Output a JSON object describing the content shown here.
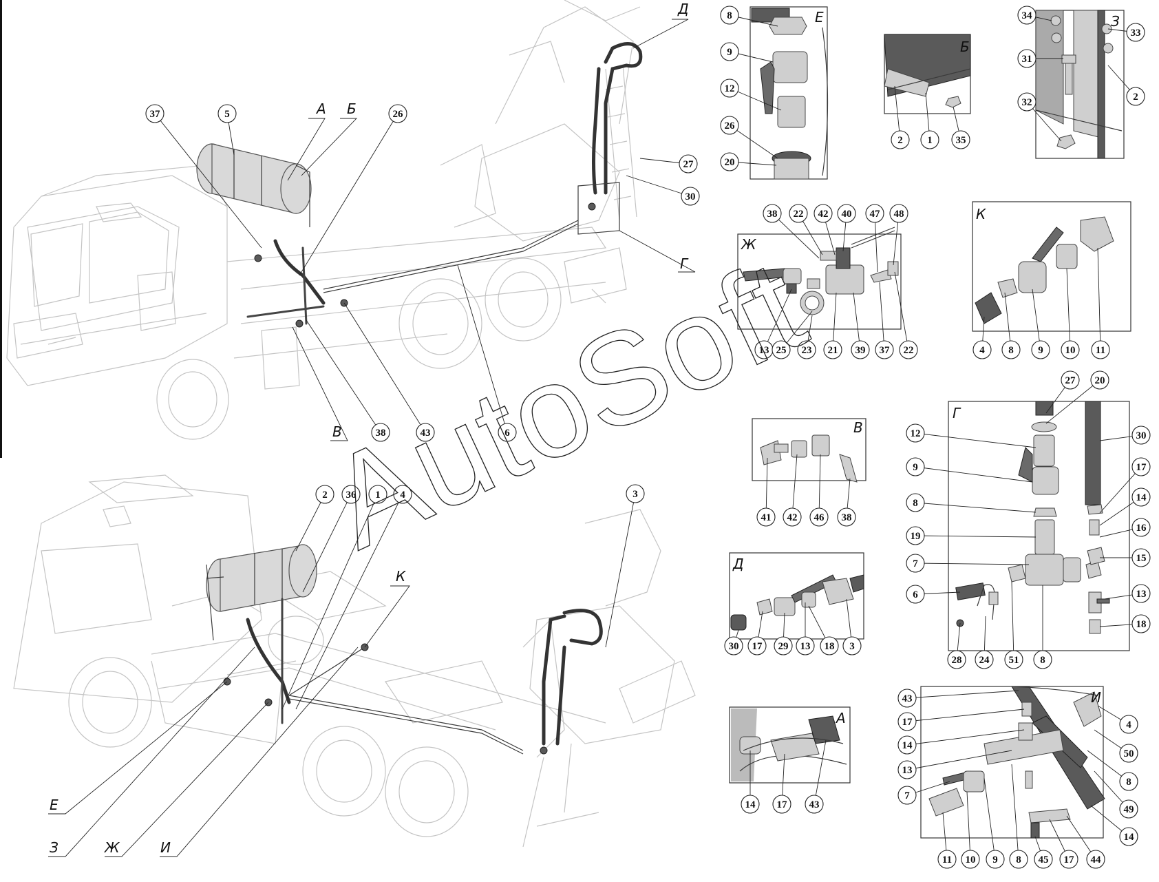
{
  "watermark": "AutoSoft",
  "views": {
    "A": "А",
    "B": "Б",
    "V": "В",
    "G": "Г",
    "D": "Д",
    "E": "Е",
    "Zh": "Ж",
    "Z": "З",
    "I": "И",
    "K": "К"
  },
  "callouts": {
    "top_truck": [
      "37",
      "5",
      "26",
      "27",
      "30",
      "38",
      "43",
      "6"
    ],
    "bottom_truck": [
      "2",
      "36",
      "1",
      "4",
      "3"
    ],
    "E": [
      "8",
      "9",
      "12",
      "26",
      "20"
    ],
    "B": [
      "2",
      "1",
      "35"
    ],
    "Z": [
      "34",
      "33",
      "31",
      "2",
      "32"
    ],
    "Zh": [
      "38",
      "22",
      "42",
      "40",
      "47",
      "48",
      "13",
      "25",
      "23",
      "21",
      "39",
      "37",
      "22"
    ],
    "K": [
      "4",
      "8",
      "9",
      "10",
      "11"
    ],
    "V": [
      "41",
      "42",
      "46",
      "38"
    ],
    "G": [
      "27",
      "20",
      "12",
      "9",
      "8",
      "19",
      "7",
      "6",
      "28",
      "24",
      "51",
      "8",
      "30",
      "17",
      "14",
      "16",
      "15",
      "13",
      "18"
    ],
    "D": [
      "30",
      "17",
      "29",
      "13",
      "18",
      "3"
    ],
    "A": [
      "14",
      "17",
      "43"
    ],
    "I": [
      "43",
      "17",
      "14",
      "13",
      "7",
      "11",
      "10",
      "9",
      "8",
      "45",
      "17",
      "44",
      "4",
      "50",
      "8",
      "49",
      "14"
    ]
  }
}
